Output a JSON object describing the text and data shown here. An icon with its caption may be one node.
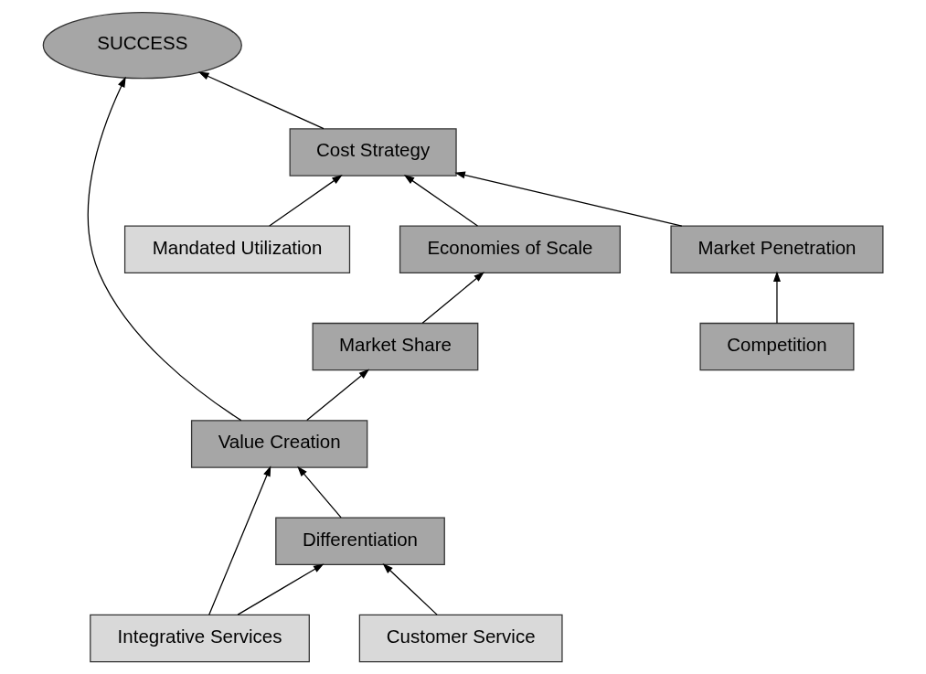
{
  "diagram": {
    "nodes": [
      {
        "text": [
          "Mandated Utilization"
        ]
      },
      {
        "text": [
          "Economies of Scale"
        ]
      },
      {
        "text": [
          "Cost Strategy"
        ]
      },
      {
        "text": [
          "Market Share"
        ]
      },
      {
        "text": [
          "SUCCESS"
        ]
      },
      {
        "text": [
          "Market Penetration"
        ]
      },
      {
        "text": [
          "Value Creation"
        ]
      },
      {
        "text": [
          "Competition"
        ]
      },
      {
        "text": [
          "Differentiation"
        ]
      },
      {
        "text": [
          "Integrative Services"
        ]
      },
      {
        "text": [
          "Customer Service"
        ]
      }
    ],
    "edges": [
      {
        "from": 0,
        "to": 2,
        "arrow": "to"
      },
      {
        "from": 1,
        "to": 2,
        "arrow": "to"
      },
      {
        "from": 2,
        "to": 4,
        "arrow": "to"
      },
      {
        "from": 3,
        "to": 1,
        "arrow": "to"
      },
      {
        "from": 6,
        "to": 3,
        "arrow": "to"
      },
      {
        "from": 6,
        "to": 4,
        "arrow": "to"
      },
      {
        "from": 5,
        "to": 2,
        "arrow": "to"
      },
      {
        "from": 7,
        "to": 5,
        "arrow": "to"
      },
      {
        "from": 8,
        "to": 6,
        "arrow": "to"
      },
      {
        "from": 9,
        "to": 6,
        "arrow": "to"
      },
      {
        "from": 9,
        "to": 8,
        "arrow": "to"
      },
      {
        "from": 10,
        "to": 8,
        "arrow": "to"
      }
    ]
  }
}
